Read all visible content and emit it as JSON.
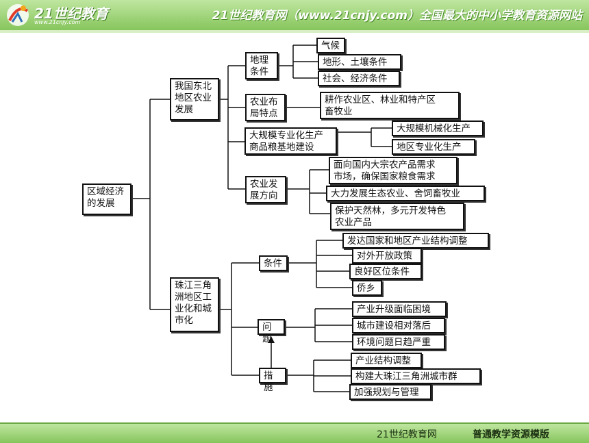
{
  "header": {
    "logo_text": "21世纪教育",
    "logo_sub": "www.21cnjy.com",
    "slogan": "21世纪教育网（www.21cnjy.com）全国最大的中小学教育资源网站"
  },
  "footer": {
    "left": "21世纪教育网",
    "right": "普通教学资源模版"
  },
  "diagram": {
    "root": "区域经济\n的发展",
    "branch_northeast": "我国东北\n地区农业\n发展",
    "geo_conditions": "地理\n条件",
    "climate": "气候",
    "terrain_soil": "地形、土壤条件",
    "socio_economic": "社会、经济条件",
    "layout_features": "农业布\n局特点",
    "zones": "耕作农业区、林业和特产区\n畜牧业",
    "large_scale": "大规模专业化生产\n商品粮基地建设",
    "mechanized": "大规模机械化生产",
    "regional_spec": "地区专业化生产",
    "direction": "农业发\n展方向",
    "dir_demand": "面向国内大宗农产品需求\n市场，确保国家粮食需求",
    "dir_eco": "大力发展生态农业、舍饲畜牧业",
    "dir_forest": "保护天然林，多元开发特色\n农业产品",
    "branch_prd": "珠江三角\n洲地区工\n业化和城\n市化",
    "conditions": "条件",
    "cond_1": "发达国家和地区产业结构调整",
    "cond_2": "对外开放政策",
    "cond_3": "良好区位条件",
    "cond_4": "侨乡",
    "problems": "问题",
    "prob_1": "产业升级面临困境",
    "prob_2": "城市建设相对落后",
    "prob_3": "环境问题日趋严重",
    "measures": "措施",
    "meas_1": "产业结构调整",
    "meas_2": "构建大珠江三角洲城市群",
    "meas_3": "加强规划与管理"
  }
}
